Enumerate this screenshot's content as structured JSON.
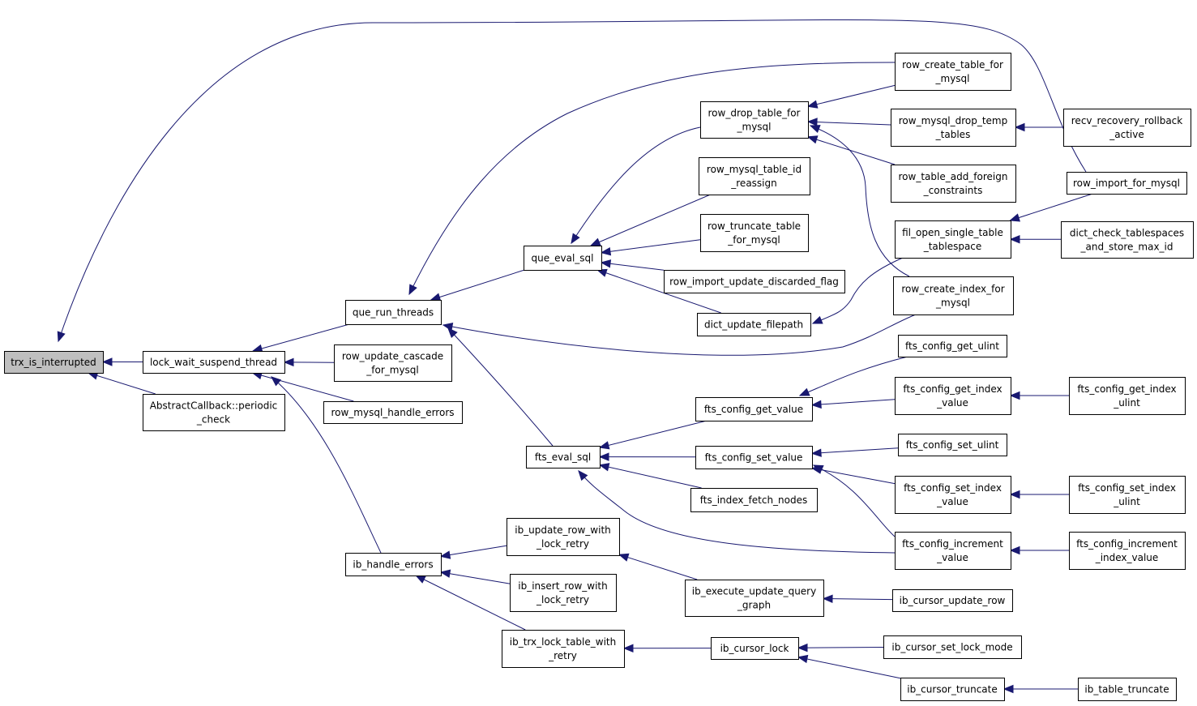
{
  "graph": {
    "edge_color": "#191970",
    "root_fill": "#bfbfbf",
    "node_fill": "#ffffff",
    "nodes": {
      "trx_is_interrupted": [
        "trx_is_interrupted"
      ],
      "lock_wait_suspend_thread": [
        "lock_wait_suspend_thread"
      ],
      "AbstractCallback_periodic_check": [
        "AbstractCallback::periodic",
        "_check"
      ],
      "que_run_threads": [
        "que_run_threads"
      ],
      "row_update_cascade_for_mysql": [
        "row_update_cascade",
        "_for_mysql"
      ],
      "row_mysql_handle_errors": [
        "row_mysql_handle_errors"
      ],
      "ib_handle_errors": [
        "ib_handle_errors"
      ],
      "que_eval_sql": [
        "que_eval_sql"
      ],
      "fts_eval_sql": [
        "fts_eval_sql"
      ],
      "ib_update_row_with_lock_retry": [
        "ib_update_row_with",
        "_lock_retry"
      ],
      "ib_insert_row_with_lock_retry": [
        "ib_insert_row_with",
        "_lock_retry"
      ],
      "ib_trx_lock_table_with_retry": [
        "ib_trx_lock_table_with",
        "_retry"
      ],
      "row_drop_table_for_mysql": [
        "row_drop_table_for",
        "_mysql"
      ],
      "row_mysql_table_id_reassign": [
        "row_mysql_table_id",
        "_reassign"
      ],
      "row_truncate_table_for_mysql": [
        "row_truncate_table",
        "_for_mysql"
      ],
      "row_import_update_discarded_flag": [
        "row_import_update_discarded_flag"
      ],
      "dict_update_filepath": [
        "dict_update_filepath"
      ],
      "fts_config_get_value": [
        "fts_config_get_value"
      ],
      "fts_config_set_value": [
        "fts_config_set_value"
      ],
      "fts_index_fetch_nodes": [
        "fts_index_fetch_nodes"
      ],
      "ib_execute_update_query_graph": [
        "ib_execute_update_query",
        "_graph"
      ],
      "ib_cursor_lock": [
        "ib_cursor_lock"
      ],
      "row_create_table_for_mysql": [
        "row_create_table_for",
        "_mysql"
      ],
      "row_mysql_drop_temp_tables": [
        "row_mysql_drop_temp",
        "_tables"
      ],
      "row_table_add_foreign_constraints": [
        "row_table_add_foreign",
        "_constraints"
      ],
      "fil_open_single_table_tablespace": [
        "fil_open_single_table",
        "_tablespace"
      ],
      "row_create_index_for_mysql": [
        "row_create_index_for",
        "_mysql"
      ],
      "fts_config_get_ulint": [
        "fts_config_get_ulint"
      ],
      "fts_config_get_index_value": [
        "fts_config_get_index",
        "_value"
      ],
      "fts_config_set_ulint": [
        "fts_config_set_ulint"
      ],
      "fts_config_set_index_value": [
        "fts_config_set_index",
        "_value"
      ],
      "fts_config_increment_value": [
        "fts_config_increment",
        "_value"
      ],
      "ib_cursor_update_row": [
        "ib_cursor_update_row"
      ],
      "ib_cursor_set_lock_mode": [
        "ib_cursor_set_lock_mode"
      ],
      "ib_cursor_truncate": [
        "ib_cursor_truncate"
      ],
      "recv_recovery_rollback_active": [
        "recv_recovery_rollback",
        "_active"
      ],
      "row_import_for_mysql": [
        "row_import_for_mysql"
      ],
      "dict_check_tablespaces_and_store_max_id": [
        "dict_check_tablespaces",
        "_and_store_max_id"
      ],
      "fts_config_get_index_ulint": [
        "fts_config_get_index",
        "_ulint"
      ],
      "fts_config_set_index_ulint": [
        "fts_config_set_index",
        "_ulint"
      ],
      "fts_config_increment_index_value": [
        "fts_config_increment",
        "_index_value"
      ],
      "ib_table_truncate": [
        "ib_table_truncate"
      ]
    },
    "edges": [
      [
        "lock_wait_suspend_thread",
        "trx_is_interrupted"
      ],
      [
        "AbstractCallback_periodic_check",
        "trx_is_interrupted"
      ],
      [
        "row_import_for_mysql",
        "trx_is_interrupted"
      ],
      [
        "que_run_threads",
        "lock_wait_suspend_thread"
      ],
      [
        "row_update_cascade_for_mysql",
        "lock_wait_suspend_thread"
      ],
      [
        "row_mysql_handle_errors",
        "lock_wait_suspend_thread"
      ],
      [
        "ib_handle_errors",
        "lock_wait_suspend_thread"
      ],
      [
        "que_eval_sql",
        "que_run_threads"
      ],
      [
        "fts_eval_sql",
        "que_run_threads"
      ],
      [
        "row_create_table_for_mysql",
        "que_run_threads"
      ],
      [
        "row_create_index_for_mysql",
        "que_run_threads"
      ],
      [
        "row_drop_table_for_mysql",
        "que_eval_sql"
      ],
      [
        "row_mysql_table_id_reassign",
        "que_eval_sql"
      ],
      [
        "row_truncate_table_for_mysql",
        "que_eval_sql"
      ],
      [
        "row_import_update_discarded_flag",
        "que_eval_sql"
      ],
      [
        "dict_update_filepath",
        "que_eval_sql"
      ],
      [
        "row_create_table_for_mysql",
        "row_drop_table_for_mysql"
      ],
      [
        "row_mysql_drop_temp_tables",
        "row_drop_table_for_mysql"
      ],
      [
        "row_table_add_foreign_constraints",
        "row_drop_table_for_mysql"
      ],
      [
        "row_create_index_for_mysql",
        "row_drop_table_for_mysql"
      ],
      [
        "recv_recovery_rollback_active",
        "row_mysql_drop_temp_tables"
      ],
      [
        "fil_open_single_table_tablespace",
        "dict_update_filepath"
      ],
      [
        "row_import_for_mysql",
        "fil_open_single_table_tablespace"
      ],
      [
        "dict_check_tablespaces_and_store_max_id",
        "fil_open_single_table_tablespace"
      ],
      [
        "fts_config_get_value",
        "fts_eval_sql"
      ],
      [
        "fts_config_set_value",
        "fts_eval_sql"
      ],
      [
        "fts_index_fetch_nodes",
        "fts_eval_sql"
      ],
      [
        "fts_config_increment_value",
        "fts_eval_sql"
      ],
      [
        "fts_config_get_ulint",
        "fts_config_get_value"
      ],
      [
        "fts_config_get_index_value",
        "fts_config_get_value"
      ],
      [
        "fts_config_get_index_ulint",
        "fts_config_get_index_value"
      ],
      [
        "fts_config_set_ulint",
        "fts_config_set_value"
      ],
      [
        "fts_config_set_index_value",
        "fts_config_set_value"
      ],
      [
        "fts_config_increment_value",
        "fts_config_set_value"
      ],
      [
        "fts_config_set_index_ulint",
        "fts_config_set_index_value"
      ],
      [
        "fts_config_increment_index_value",
        "fts_config_increment_value"
      ],
      [
        "ib_update_row_with_lock_retry",
        "ib_handle_errors"
      ],
      [
        "ib_insert_row_with_lock_retry",
        "ib_handle_errors"
      ],
      [
        "ib_trx_lock_table_with_retry",
        "ib_handle_errors"
      ],
      [
        "ib_execute_update_query_graph",
        "ib_update_row_with_lock_retry"
      ],
      [
        "ib_cursor_update_row",
        "ib_execute_update_query_graph"
      ],
      [
        "ib_cursor_lock",
        "ib_trx_lock_table_with_retry"
      ],
      [
        "ib_cursor_set_lock_mode",
        "ib_cursor_lock"
      ],
      [
        "ib_cursor_truncate",
        "ib_cursor_lock"
      ],
      [
        "ib_table_truncate",
        "ib_cursor_truncate"
      ]
    ]
  }
}
